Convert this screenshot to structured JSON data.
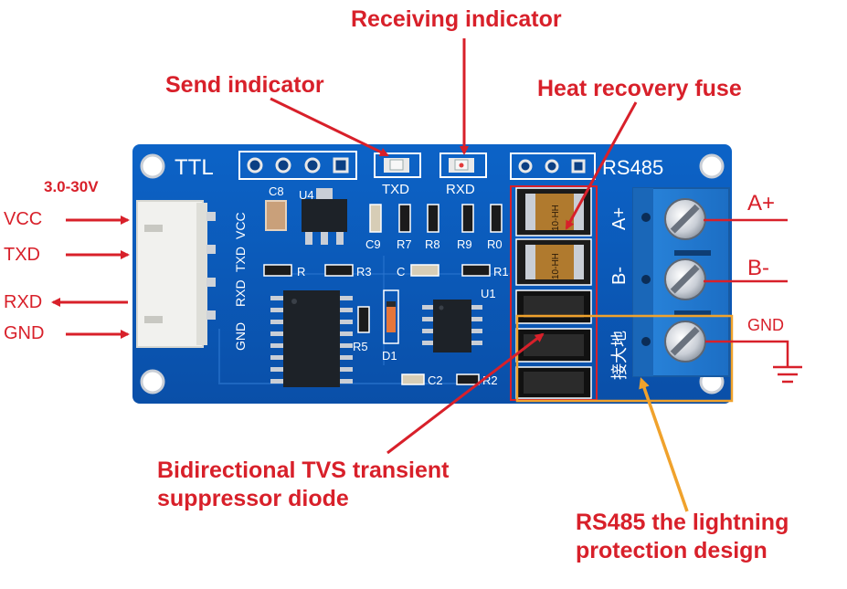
{
  "callouts": {
    "receiving_indicator": "Receiving indicator",
    "send_indicator": "Send indicator",
    "heat_recovery_fuse": "Heat recovery fuse",
    "tvs_diode_line1": "Bidirectional TVS transient",
    "tvs_diode_line2": "suppressor diode",
    "lightning_line1": "RS485 the lightning",
    "lightning_line2": "protection design"
  },
  "left_pins": {
    "voltage": "3.0-30V",
    "vcc": "VCC",
    "txd": "TXD",
    "rxd": "RXD",
    "gnd": "GND"
  },
  "right_pins": {
    "a_plus": "A+",
    "b_minus": "B-",
    "gnd": "GND"
  },
  "board": {
    "ttl_label": "TTL",
    "rs485_label": "RS485",
    "txd_led_label": "TXD",
    "rxd_led_label": "RXD",
    "header_labels": [
      "VCC",
      "TXD",
      "RXD",
      "GND"
    ],
    "terminal_labels": {
      "a_plus": "A+",
      "b_minus": "B-",
      "ground": "接大地"
    },
    "designators": {
      "c8": "C8",
      "u4": "U4",
      "c9": "C9",
      "r7": "R7",
      "r8": "R8",
      "r9": "R9",
      "r0": "R0",
      "r_left": "R",
      "r3": "R3",
      "c1": "C",
      "r1": "R1",
      "u1": "U1",
      "r5": "R5",
      "d1": "D1",
      "c2": "C2",
      "r2": "R2"
    },
    "fuse_marking": "10-HH"
  },
  "colors": {
    "accent": "#d8202a",
    "orange_box": "#f0a22c",
    "board_blue": "#0a58b8",
    "terminal_blue": "#2f8ee0"
  }
}
